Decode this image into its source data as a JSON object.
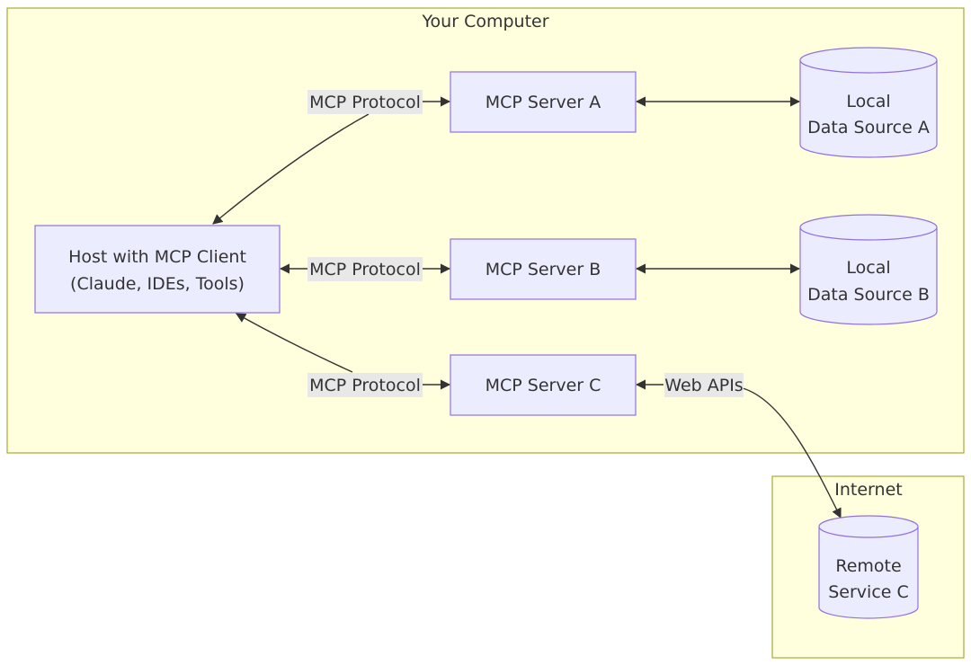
{
  "clusters": {
    "computer": {
      "title": "Your Computer"
    },
    "internet": {
      "title": "Internet"
    }
  },
  "nodes": {
    "host": {
      "line1": "Host with MCP Client",
      "line2": "(Claude, IDEs, Tools)"
    },
    "server_a": {
      "label": "MCP Server A"
    },
    "server_b": {
      "label": "MCP Server B"
    },
    "server_c": {
      "label": "MCP Server C"
    },
    "source_a": {
      "line1": "Local",
      "line2": "Data Source A"
    },
    "source_b": {
      "line1": "Local",
      "line2": "Data Source B"
    },
    "remote_c": {
      "line1": "Remote",
      "line2": "Service C"
    }
  },
  "edge_labels": {
    "protocol_a": "MCP Protocol",
    "protocol_b": "MCP Protocol",
    "protocol_c": "MCP Protocol",
    "web_apis": "Web APIs"
  },
  "colors": {
    "cluster_fill": "#ffffde",
    "cluster_stroke": "#aaaa33",
    "node_fill": "#ececff",
    "node_stroke": "#9370db",
    "label_bg": "#e8e8e8",
    "edge": "#333333"
  }
}
